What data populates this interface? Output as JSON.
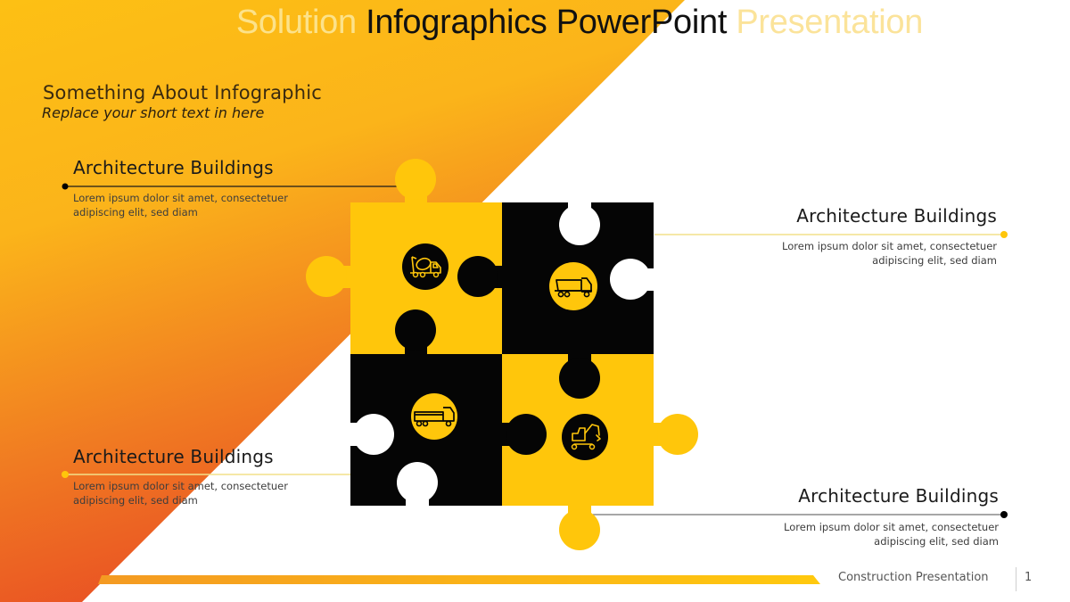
{
  "slide": {
    "title": {
      "part1": "Solution",
      "part2": "Infographics PowerPoint",
      "part3": "Presentation"
    },
    "intro": {
      "heading": "Something About Infographic",
      "subheading": "Replace your short text in here"
    },
    "blocks": [
      {
        "position": "top-left",
        "title": "Architecture Buildings",
        "text_line1": "Lorem ipsum dolor sit amet, consectetuer",
        "text_line2": "adipiscing elit, sed diam"
      },
      {
        "position": "top-right",
        "title": "Architecture Buildings",
        "text_line1": "Lorem ipsum dolor sit amet, consectetuer",
        "text_line2": "adipiscing elit, sed diam"
      },
      {
        "position": "bottom-left",
        "title": "Architecture Buildings",
        "text_line1": "Lorem ipsum dolor sit amet, consectetuer",
        "text_line2": "adipiscing elit, sed diam"
      },
      {
        "position": "bottom-right",
        "title": "Architecture Buildings",
        "text_line1": "Lorem ipsum dolor sit amet, consectetuer",
        "text_line2": "adipiscing elit, sed diam"
      }
    ],
    "puzzle": {
      "pieces": [
        {
          "position": "top-left",
          "color": "#FFC60B",
          "icon": "cement-mixer-truck-icon"
        },
        {
          "position": "top-right",
          "color": "#050505",
          "icon": "dump-truck-icon"
        },
        {
          "position": "bottom-left",
          "color": "#050505",
          "icon": "flatbed-truck-icon"
        },
        {
          "position": "bottom-right",
          "color": "#FFC60B",
          "icon": "excavator-icon"
        }
      ]
    },
    "footer": {
      "label": "Construction Presentation",
      "page_number": "1"
    },
    "colors": {
      "accent_yellow": "#FFC60B",
      "accent_orange": "#E84E24",
      "black": "#050505"
    }
  }
}
